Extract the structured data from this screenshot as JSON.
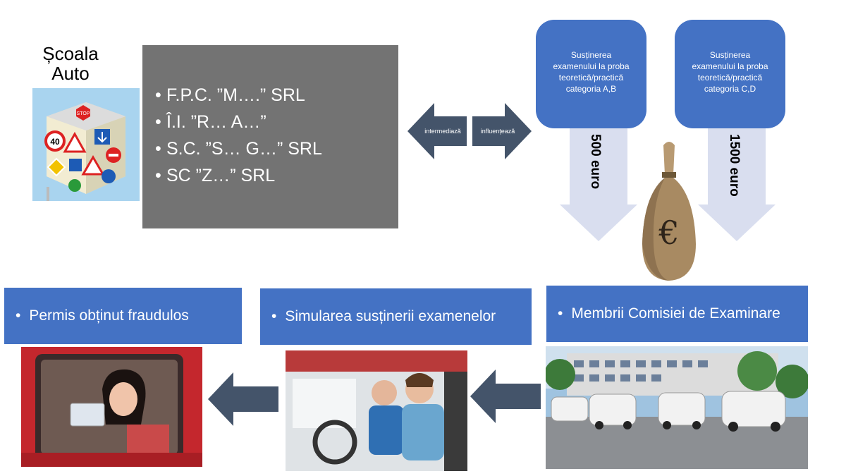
{
  "school": {
    "title_line1": "Școala",
    "title_line2": "Auto"
  },
  "companies": [
    "F.P.C. ”M….” SRL",
    "Î.I. ”R… A…”",
    "S.C. ”S… G…” SRL",
    "SC ”Z…” SRL"
  ],
  "double_arrow": {
    "left_label": "intermediază",
    "right_label": "influențează"
  },
  "exam_boxes": [
    {
      "text_lines": [
        "Susținerea",
        "examenului la proba",
        "teoretică/practică",
        "categoria A,B"
      ],
      "price": "500 euro"
    },
    {
      "text_lines": [
        "Susținerea",
        "examenului la proba",
        "teoretică/practică",
        "categoria C,D"
      ],
      "price": "1500 euro"
    }
  ],
  "banners": {
    "permis": "Permis obținut fraudulos",
    "simulare": "Simularea susținerii examenelor",
    "membri": "Membrii Comisiei de Examinare"
  },
  "bag_symbol": "€",
  "colors": {
    "blue": "#4472c4",
    "grey_box": "#737373",
    "arrow_dark": "#44546a",
    "arrow_light": "#d9deef"
  }
}
